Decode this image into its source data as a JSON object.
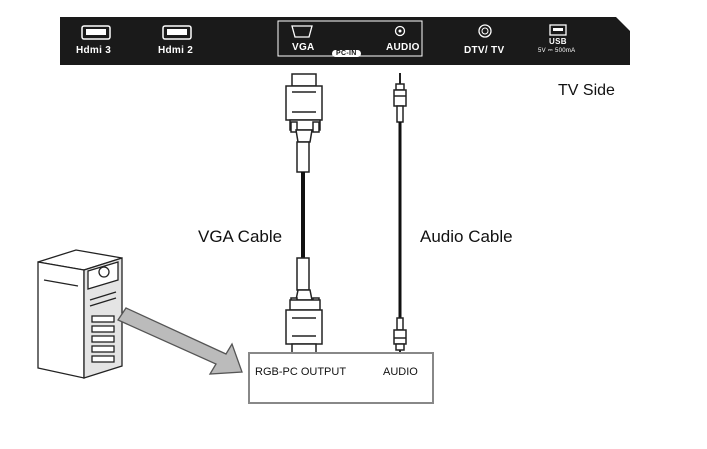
{
  "tv_panel": {
    "hdmi3": "Hdmi 3",
    "hdmi2": "Hdmi 2",
    "vga": "VGA",
    "pc_in": "PC-IN",
    "audio": "AUDIO",
    "dtv_tv": "DTV/ TV",
    "usb": "USB",
    "usb_spec": "5V ⎓ 500mA"
  },
  "labels": {
    "tv_side": "TV  Side",
    "vga_cable": "VGA Cable",
    "audio_cable": "Audio Cable"
  },
  "pc_panel": {
    "rgb_output": "RGB-PC OUTPUT",
    "audio": "AUDIO"
  },
  "icons": {
    "computer": "computer-tower-icon",
    "arrow": "arrow-icon"
  }
}
